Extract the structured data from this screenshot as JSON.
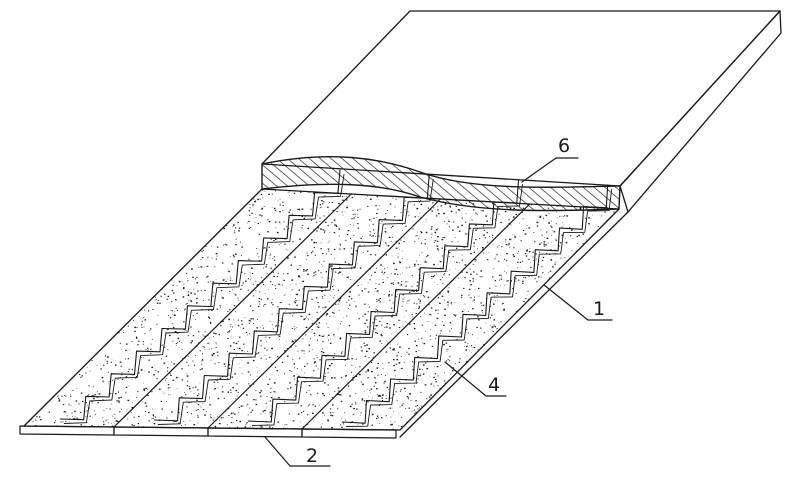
{
  "figure": {
    "callouts": [
      {
        "id": "callout-6",
        "label": "6",
        "part": "hatched-cut-section"
      },
      {
        "id": "callout-1",
        "label": "1",
        "part": "base-slab"
      },
      {
        "id": "callout-4",
        "label": "4",
        "part": "speckled-filler-layer"
      },
      {
        "id": "callout-2",
        "label": "2",
        "part": "strip-panels"
      }
    ],
    "strip_count": 4,
    "colors": {
      "ink": "#1a1a1a",
      "paper": "#ffffff"
    }
  }
}
